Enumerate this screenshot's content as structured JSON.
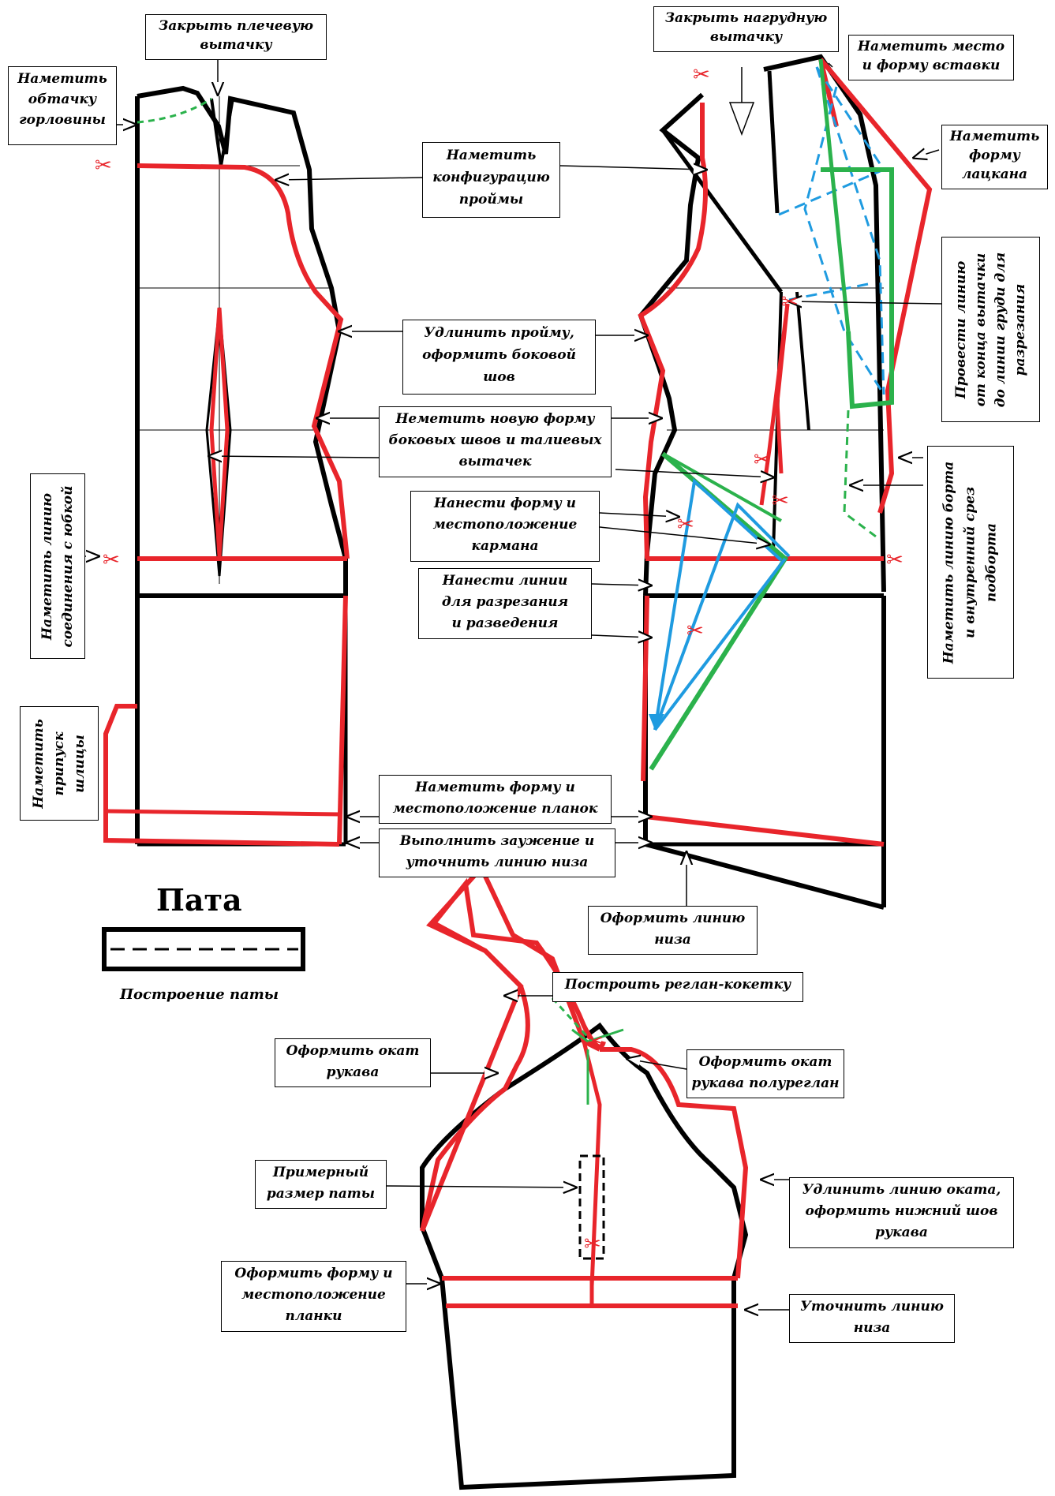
{
  "colors": {
    "outline": "#000000",
    "new_line": "#e8252b",
    "pocket": "#2bb24c",
    "cut": "#1f9be0",
    "facing": "#2bb24c"
  },
  "labels": {
    "neck_facing": [
      "Наметить",
      "обтачку",
      "горловины"
    ],
    "shoulder_dart": [
      "Закрыть плечевую",
      "вытачку"
    ],
    "bust_dart": [
      "Закрыть нагрудную",
      "вытачку"
    ],
    "insert_place": [
      "Наметить место",
      "и форму вставки"
    ],
    "lapel_shape": [
      "Наметить",
      "форму",
      "лацкана"
    ],
    "armhole_config": [
      "Наметить",
      "конфигурацию",
      "проймы"
    ],
    "line_from_dart": [
      "Провести линию",
      "от конца вытачки",
      "до линии груди для",
      "разрезания"
    ],
    "extend_armhole": [
      "Удлинить пройму,",
      "оформить боковой",
      "шов"
    ],
    "side_seams": [
      "Неметить новую форму",
      "боковых швов и талиевых",
      "вытачек"
    ],
    "pocket": [
      "Нанести форму и",
      "местоположение",
      "кармана"
    ],
    "cut_lines": [
      "Нанести линии",
      "для разрезания",
      "и разведения"
    ],
    "skirt_join": [
      "Наметить линию",
      "соединения с юбкой"
    ],
    "front_edge": [
      "Наметить линию борта",
      "и внутренний срез",
      "подборта"
    ],
    "slit": [
      "Наметить",
      "припуск",
      "шлицы"
    ],
    "placket_body": [
      "Наметить форму и",
      "местоположение планок"
    ],
    "narrow_hem": [
      "Выполнить заужение и",
      "уточнить линию низа"
    ],
    "hem_line": [
      "Оформить линию",
      "низа"
    ],
    "raglan_yoke": [
      "Построить реглан-кокетку"
    ],
    "sleeve_cap": [
      "Оформить окат",
      "рукава"
    ],
    "sleeve_cap_semi": [
      "Оформить окат",
      "рукава полуреглан"
    ],
    "pata_size": [
      "Примерный",
      "размер паты"
    ],
    "extend_cap": [
      "Удлинить линию оката,",
      "оформить нижний шов",
      "рукава"
    ],
    "sleeve_placket": [
      "Оформить форму и",
      "местоположение",
      "планки"
    ],
    "sleeve_hem": [
      "Уточнить линию",
      "низа"
    ]
  },
  "pata": {
    "title": "Пата",
    "caption": "Построение паты"
  },
  "cut_marks": {
    "symbol": "✂"
  }
}
